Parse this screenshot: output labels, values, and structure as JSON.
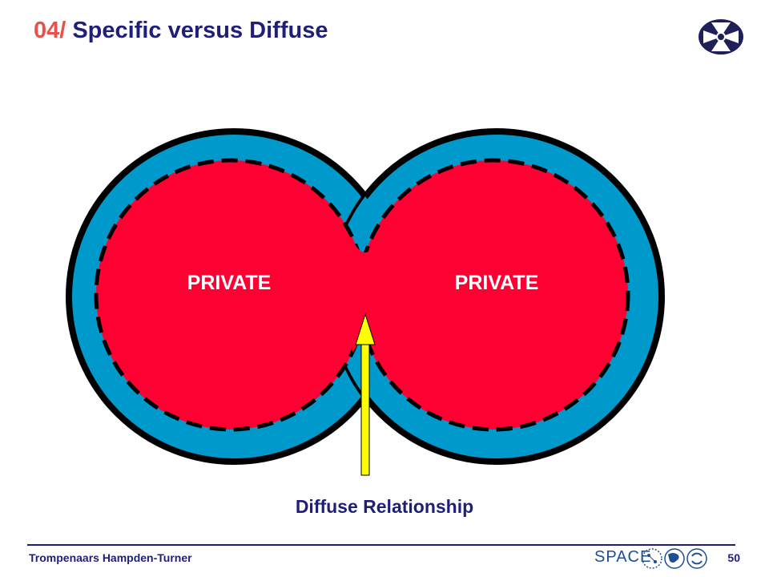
{
  "slide": {
    "number_prefix": "04/",
    "title": "Specific versus Diffuse",
    "page_number": "50"
  },
  "diagram": {
    "left_label": "PRIVATE",
    "right_label": "PRIVATE",
    "caption": "Diffuse Relationship",
    "colors": {
      "outer_ring": "#0099cc",
      "inner_private": "#ff0033",
      "outline": "#000000",
      "arrow": "#ffff00"
    }
  },
  "footer": {
    "author": "Trompenaars Hampden-Turner",
    "brand": "SPACE"
  },
  "icons": {
    "top_logo": "compass-logo-icon",
    "footer_logos": [
      "network-globe-icon",
      "europe-map-icon",
      "cycle-arrows-icon"
    ]
  }
}
